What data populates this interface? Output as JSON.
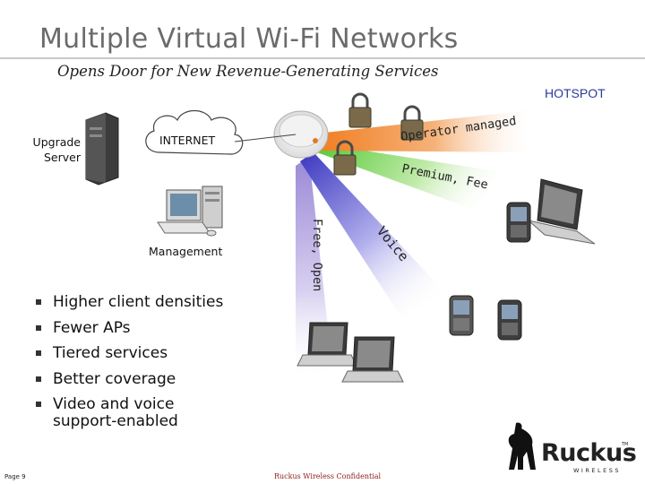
{
  "slide": {
    "title": "Multiple Virtual Wi-Fi Networks",
    "subtitle": "Opens Door for New Revenue-Generating Services"
  },
  "diagram": {
    "hotspot_label": "HOTSPOT",
    "upgrade_server_label_line1": "Upgrade",
    "upgrade_server_label_line2": "Server",
    "internet_label": "INTERNET",
    "management_label": "Management",
    "beams": [
      {
        "label": "Operator managed",
        "color": "#f08a2a"
      },
      {
        "label": "Premium, Fee",
        "color": "#6ccf3c"
      },
      {
        "label": "Voice",
        "color": "#4a48c8"
      },
      {
        "label": "Free, Open",
        "color": "#a99ad8"
      }
    ]
  },
  "bullets": [
    "Higher client densities",
    "Fewer APs",
    "Tiered services",
    "Better coverage",
    "Video and voice",
    "support-enabled"
  ],
  "footer": {
    "page_label": "Page 9",
    "confidential": "Ruckus Wireless Confidential",
    "logo_name": "Ruckus",
    "logo_sub": "WIRELESS",
    "trademark": "TM"
  }
}
